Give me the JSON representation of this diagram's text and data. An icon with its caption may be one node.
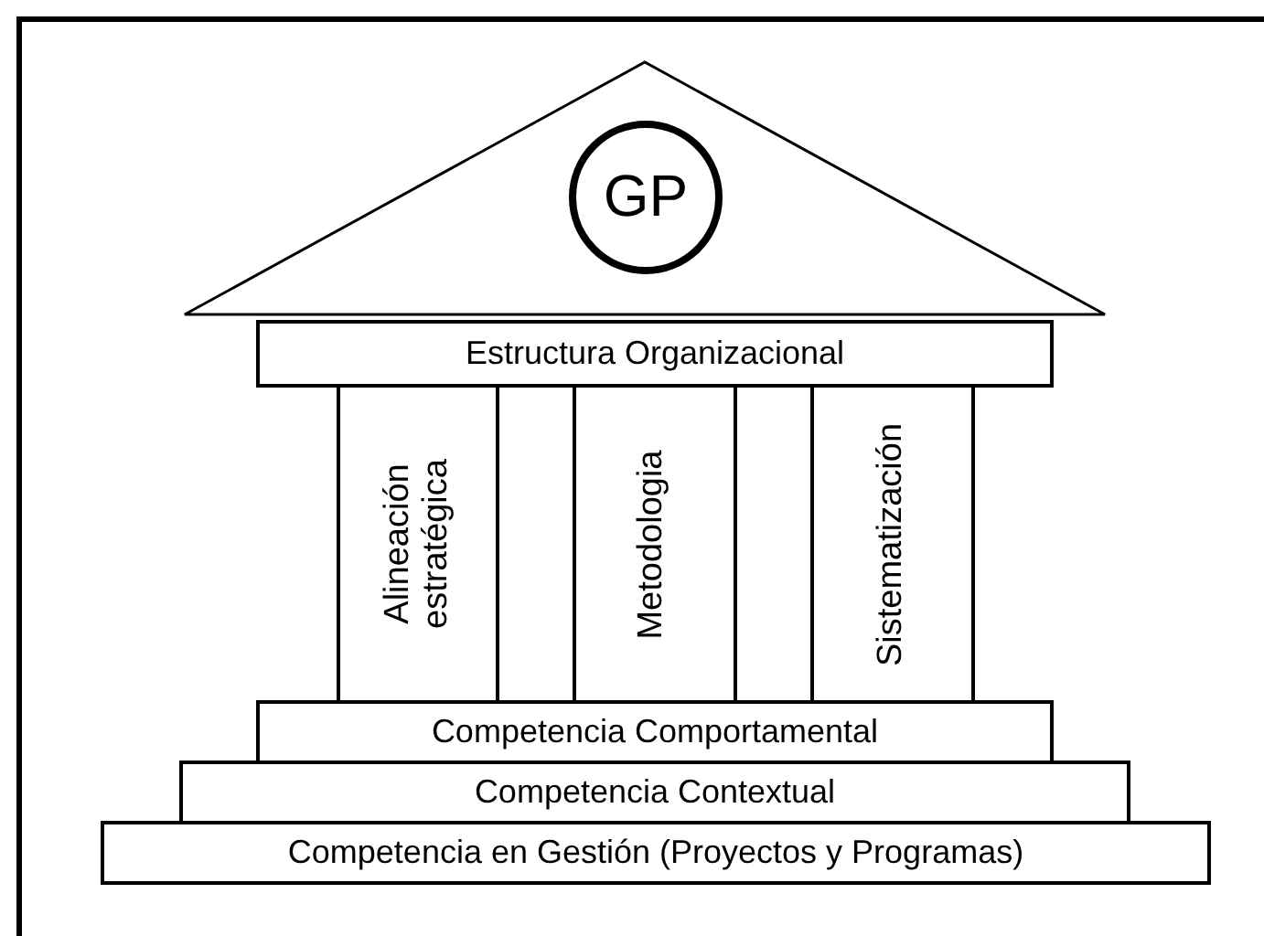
{
  "diagram": {
    "nodes": [
      {
        "text": [],
        "shape": "triangle"
      },
      {
        "text": [
          "GP"
        ],
        "in": 0
      },
      {
        "text": [
          "Estructura Organizacional"
        ]
      },
      {
        "text": [
          "Alineación estratégica"
        ]
      },
      {
        "text": [],
        "shape": "box"
      },
      {
        "text": [
          "Metodologia"
        ]
      },
      {
        "text": [],
        "shape": "box"
      },
      {
        "text": [
          "Sistematización"
        ]
      },
      {
        "text": [
          "Competencia Comportamental"
        ]
      },
      {
        "text": [
          "Competencia Contextual"
        ]
      },
      {
        "text": [
          "Competencia en Gestión (Proyectos y Programas)"
        ]
      }
    ]
  }
}
